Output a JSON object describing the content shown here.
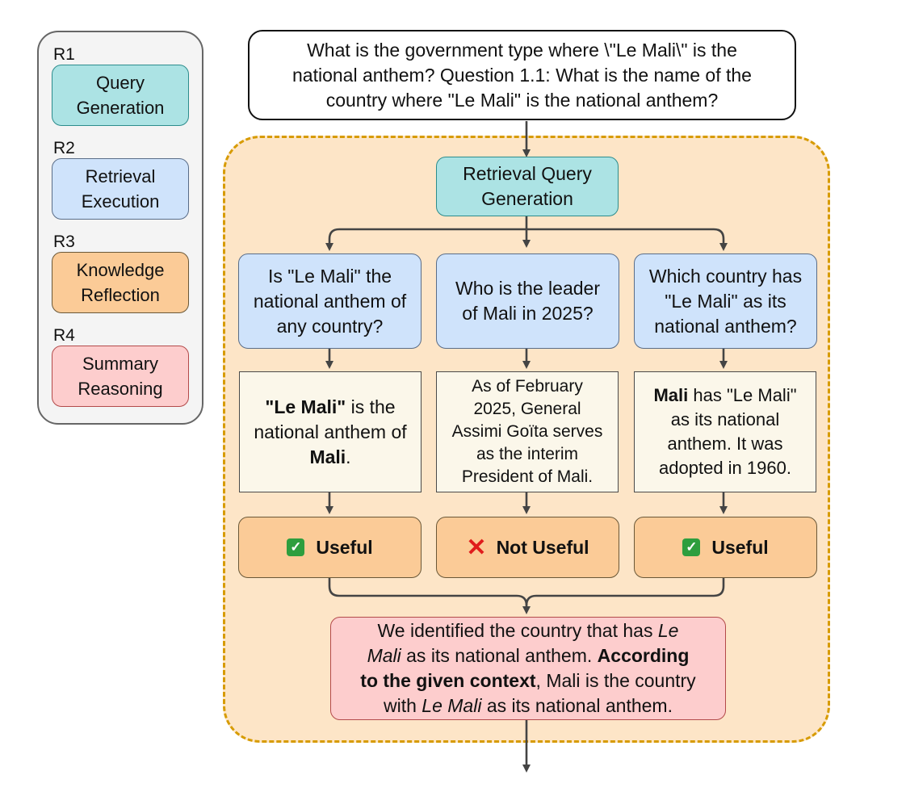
{
  "legend": {
    "items": [
      {
        "tag": "R1",
        "label_line1": "Query",
        "label_line2": "Generation"
      },
      {
        "tag": "R2",
        "label_line1": "Retrieval",
        "label_line2": "Execution"
      },
      {
        "tag": "R3",
        "label_line1": "Knowledge",
        "label_line2": "Reflection"
      },
      {
        "tag": "R4",
        "label_line1": "Summary",
        "label_line2": "Reasoning"
      }
    ]
  },
  "question": {
    "line1": "What is the government type where \\\"Le Mali\\\" is the",
    "line2": "national anthem? Question 1.1: What is the name of the",
    "line3": "country where \"Le Mali\" is the national anthem?"
  },
  "generation": {
    "line1": "Retrieval Query",
    "line2": "Generation"
  },
  "queries": [
    {
      "line1": "Is \"Le Mali\" the",
      "line2": "national anthem of",
      "line3": "any country?"
    },
    {
      "line1": "Who is the leader",
      "line2": "of Mali in 2025?"
    },
    {
      "line1": "Which country has",
      "line2": "\"Le Mali\" as its",
      "line3": "national anthem?"
    }
  ],
  "results": [
    {
      "bold1": "\"Le Mali\"",
      "t1": " is the",
      "line2": "national anthem of",
      "bold3": "Mali",
      "t3": "."
    },
    {
      "line1": "As of February",
      "line2": "2025, General",
      "line3": "Assimi Goïta serves",
      "line4": "as the interim",
      "line5": "President of Mali."
    },
    {
      "bold1": "Mali",
      "t1": " has \"Le Mali\"",
      "line2": "as its national",
      "line3": "anthem. It was",
      "line4": "adopted in 1960."
    }
  ],
  "statuses": [
    {
      "label": "Useful",
      "icon": "check-icon"
    },
    {
      "label": "Not Useful",
      "icon": "cross-icon"
    },
    {
      "label": "Useful",
      "icon": "check-icon"
    }
  ],
  "summary": {
    "l1_text": "We identified the country that has ",
    "l1_italic": "Le",
    "l2_italic": "Mali",
    "l2_text": " as its national anthem. ",
    "l2_bold": "According",
    "l3_bold": "to the given context",
    "l3_text": ", Mali is the country",
    "l4_text": "with ",
    "l4_italic": "Le Mali",
    "l4_text2": " as its national anthem."
  },
  "colors": {
    "query_generation": "#ace3e4",
    "retrieval_execution": "#cfe3fb",
    "knowledge_reflection": "#fbcb97",
    "summary_reasoning": "#fdcdcd",
    "region_fill": "#fde5c7",
    "region_border": "#d79b00"
  }
}
